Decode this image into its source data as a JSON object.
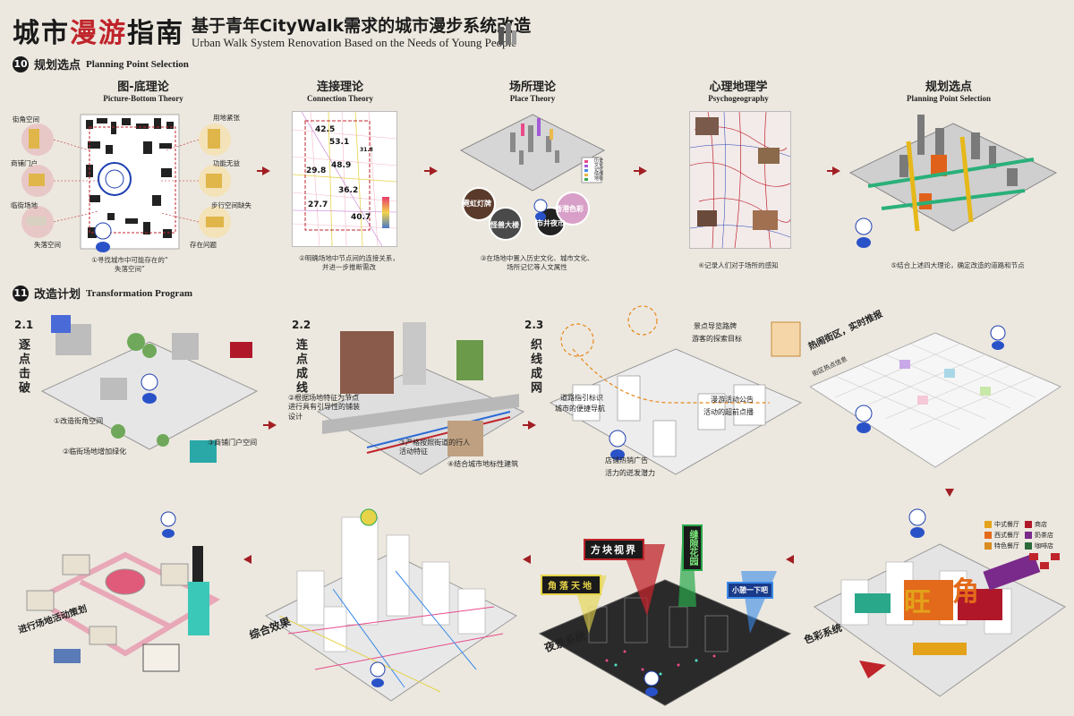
{
  "header": {
    "title_part1": "城市",
    "title_part2": "漫游",
    "title_part3": "指南",
    "subtitle": "基于青年CityWalk需求的城市漫步系统改造",
    "subtitle_en": "Urban Walk System Renovation Based on the Needs of Young People"
  },
  "section10": {
    "num": "10",
    "title": "规划选点",
    "title_en": "Planning Point Selection",
    "columns": [
      {
        "title": "图-底理论",
        "title_en": "Picture-Bottom Theory",
        "caption": "①寻找城市中可能存在的“\n失落空间”"
      },
      {
        "title": "连接理论",
        "title_en": "Connection Theory",
        "caption": "②明确场地中节点间的连接关系，\n并进一步推断需改"
      },
      {
        "title": "场所理论",
        "title_en": "Place Theory",
        "caption": "③在场地中置入历史文化、城市文化、\n场所记忆等人文属性"
      },
      {
        "title": "心理地理学",
        "title_en": "Psychogeography",
        "caption": "④记录人们对于场所的感知"
      },
      {
        "title": "规划选点",
        "title_en": "Planning Point Selection",
        "caption": "⑤结合上述四大理论，确定改造的道路和节点"
      }
    ],
    "fig_ground_labels_left": [
      "街角空间",
      "商铺门户",
      "临街场地"
    ],
    "fig_ground_labels_right": [
      "用地紧张",
      "功能无益",
      "步行空间缺失"
    ],
    "fig_ground_bottom_left": "失落空间",
    "fig_ground_bottom_right": "存在问题",
    "connection_values": [
      "42.5",
      "53.1",
      "31.8",
      "29.8",
      "48.9",
      "36.2",
      "27.7",
      "40.7"
    ],
    "place_labels": [
      "霓虹灯牌",
      "怪兽大楼",
      "市井夜市",
      "香港色彩"
    ],
    "place_legend": [
      "历史",
      "文化",
      "记忆",
      "情感",
      "地标"
    ]
  },
  "section11": {
    "num": "11",
    "title": "改造计划",
    "title_en": "Transformation Program",
    "steps": [
      {
        "num": "2.1",
        "title": "逐点击破"
      },
      {
        "num": "2.2",
        "title": "连点成线"
      },
      {
        "num": "2.3",
        "title": "织线成网"
      }
    ],
    "step1_notes": [
      "①改造街角空间",
      "②临街场地增加绿化",
      "③商铺门户空间"
    ],
    "step2_notes": [
      "②根据场地特征为节点进行具有引导性的铺装设计",
      "③严格按照街道的行人活动特征",
      "④结合城市地标性建筑"
    ],
    "step3_labels": [
      "道路指引标识",
      "城市的便捷导航",
      "景点导览路牌",
      "游客的探索目标",
      "漫游活动公告",
      "活动的超前点播",
      "店铺热销广告",
      "活力的迸发潜力"
    ],
    "hot_district": "热闹街区，实时推报",
    "hot_district_sub": "街区热点信息",
    "color_system": "色彩系统",
    "color_legend": [
      {
        "label": "中式餐厅",
        "color": "#e3a21a"
      },
      {
        "label": "商店",
        "color": "#b0182a"
      },
      {
        "label": "西式餐厅",
        "color": "#e36a1a"
      },
      {
        "label": "奶茶店",
        "color": "#7a2a8a"
      },
      {
        "label": "特色餐厅",
        "color": "#d98a20"
      },
      {
        "label": "咖啡店",
        "color": "#2a6a3a"
      }
    ],
    "color_signs": [
      "旺",
      "角"
    ],
    "night_system": "夜景系统",
    "night_signs": [
      "方块视界",
      "缝隙花园",
      "角落天地",
      "小憩一下吧"
    ],
    "overall_effect": "综合效果",
    "activity_plan": "进行场地活动策划"
  },
  "colors": {
    "accent_red": "#c0242b",
    "arrow_red": "#a11f24",
    "bg": "#ece8df"
  }
}
